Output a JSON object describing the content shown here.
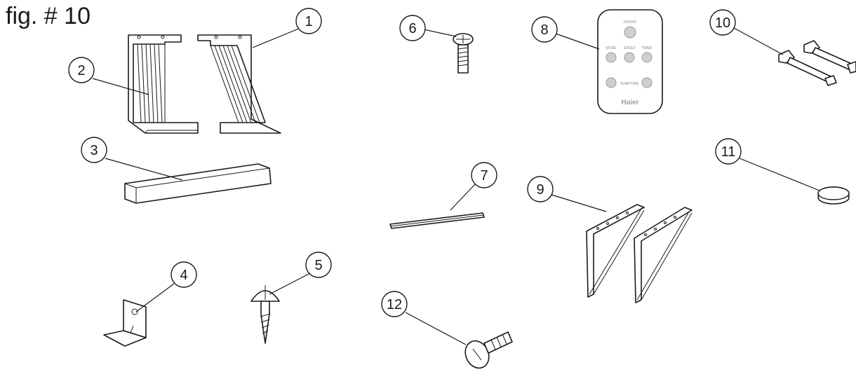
{
  "figure": {
    "title": "fig. # 10"
  },
  "callouts": [
    {
      "id": "1",
      "label": "1"
    },
    {
      "id": "2",
      "label": "2"
    },
    {
      "id": "3",
      "label": "3"
    },
    {
      "id": "4",
      "label": "4"
    },
    {
      "id": "5",
      "label": "5"
    },
    {
      "id": "6",
      "label": "6"
    },
    {
      "id": "7",
      "label": "7"
    },
    {
      "id": "8",
      "label": "8"
    },
    {
      "id": "9",
      "label": "9"
    },
    {
      "id": "10",
      "label": "10"
    },
    {
      "id": "11",
      "label": "11"
    },
    {
      "id": "12",
      "label": "12"
    }
  ],
  "remote": {
    "power_label": "ON/OFF",
    "mode_label": "MODE",
    "speed_label": "SPEED",
    "timer_label": "TIMER",
    "temp_label": "TEMP/TIME",
    "brand": "Haier"
  }
}
